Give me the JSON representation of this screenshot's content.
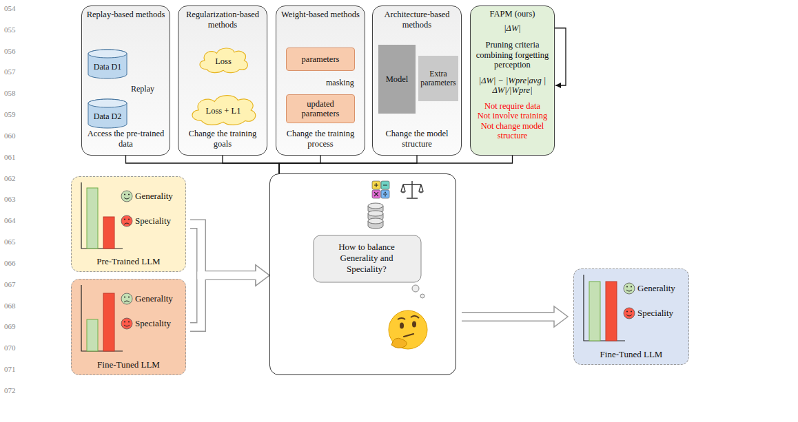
{
  "diagram": {
    "nodes": [
      {
        "text": [
          "Replay-based methods",
          "Access the pre-trained data"
        ]
      },
      {
        "text": [
          "Data D1"
        ],
        "in": 0
      },
      {
        "text": [
          "Data D2"
        ],
        "in": 0
      },
      {
        "text": [
          "Regularization-based methods",
          "Change the training goals"
        ]
      },
      {
        "text": [
          "Loss"
        ],
        "in": 3
      },
      {
        "text": [
          "Loss + L1"
        ],
        "in": 3
      },
      {
        "text": [
          "Weight-based methods",
          "Change the training process"
        ]
      },
      {
        "text": [
          "parameters"
        ],
        "in": 6
      },
      {
        "text": [
          "updated parameters"
        ],
        "in": 6
      },
      {
        "text": [
          "Architecture-based methods",
          "Change the model structure"
        ]
      },
      {
        "text": [
          "Model"
        ],
        "in": 9
      },
      {
        "text": [
          "Extra parameters"
        ],
        "in": 9
      },
      {
        "text": [
          "FAPM (ours)",
          "|ΔW|",
          "Pruning criteria combining forgetting perception",
          "|ΔW| − |Wpre|avg |ΔW|/|Wpre|",
          "Not require data",
          "Not involve training",
          "Not change model structure"
        ]
      },
      {
        "text": [
          "Generality",
          "Speciality",
          "Pre-Trained LLM"
        ]
      },
      {
        "text": [
          "Generality",
          "Speciality",
          "Fine-Tuned LLM"
        ]
      },
      {
        "text": [
          "How to balance Generality and Speciality?"
        ]
      },
      {
        "text": [
          "Generality",
          "Speciality",
          "Fine-Tuned LLM"
        ]
      }
    ],
    "edges": [
      {
        "from": 1,
        "to": 2,
        "label": "Replay",
        "arrow": "to"
      },
      {
        "from": 4,
        "to": 5,
        "arrow": "to"
      },
      {
        "from": 7,
        "to": 8,
        "label": "masking",
        "arrow": "to"
      },
      {
        "from": 0,
        "to": 15,
        "arrow": "none"
      },
      {
        "from": 3,
        "to": 15,
        "arrow": "none"
      },
      {
        "from": 6,
        "to": 15,
        "arrow": "none"
      },
      {
        "from": 9,
        "to": 15,
        "arrow": "none"
      },
      {
        "from": 12,
        "to": 15,
        "arrow": "none"
      },
      {
        "from": 13,
        "to": 15,
        "arrow": "to"
      },
      {
        "from": 14,
        "to": 15,
        "arrow": "to"
      },
      {
        "from": 15,
        "to": 16,
        "arrow": "to"
      }
    ],
    "labels": [
      "054",
      "055",
      "056",
      "057",
      "058",
      "059",
      "060",
      "061",
      "062",
      "063",
      "064",
      "065",
      "066",
      "067",
      "068",
      "069",
      "070",
      "071",
      "072"
    ]
  }
}
